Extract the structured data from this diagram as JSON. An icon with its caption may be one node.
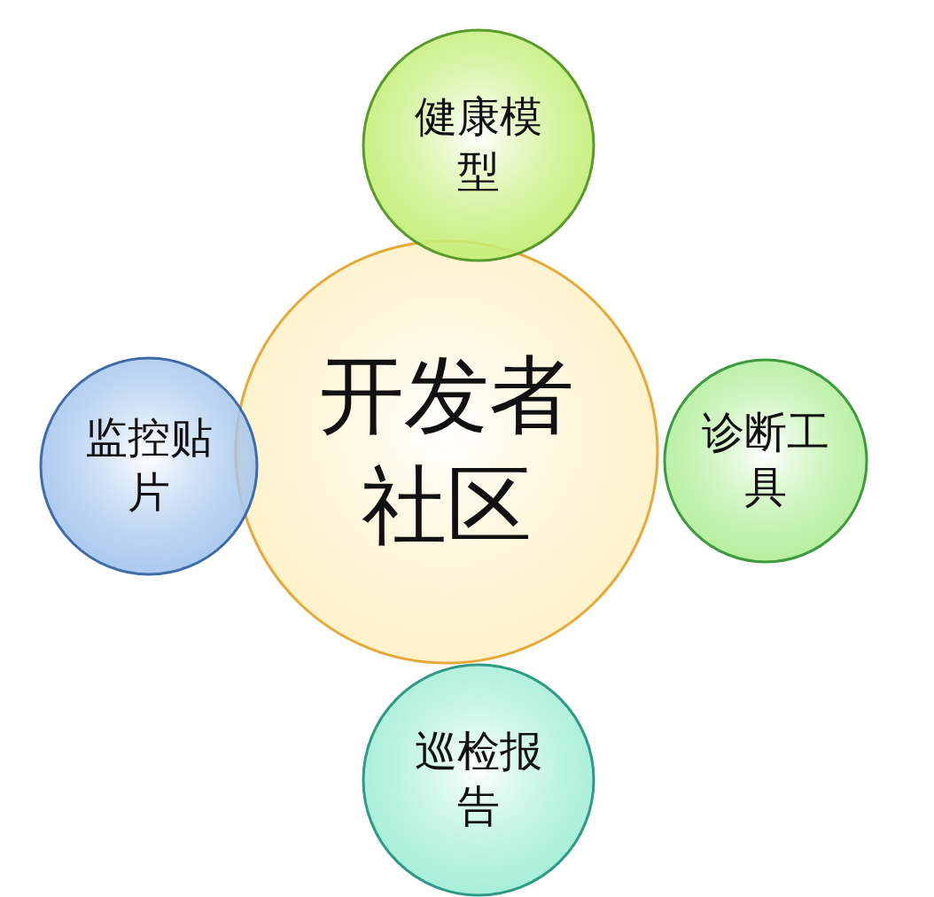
{
  "diagram": {
    "nodes": [
      {
        "text": [
          "健康模型"
        ]
      },
      {
        "text": [
          "监控贴片"
        ]
      },
      {
        "text": [
          "开发者社区"
        ]
      },
      {
        "text": [
          "诊断工具"
        ]
      },
      {
        "text": [
          "巡检报告"
        ]
      }
    ]
  }
}
